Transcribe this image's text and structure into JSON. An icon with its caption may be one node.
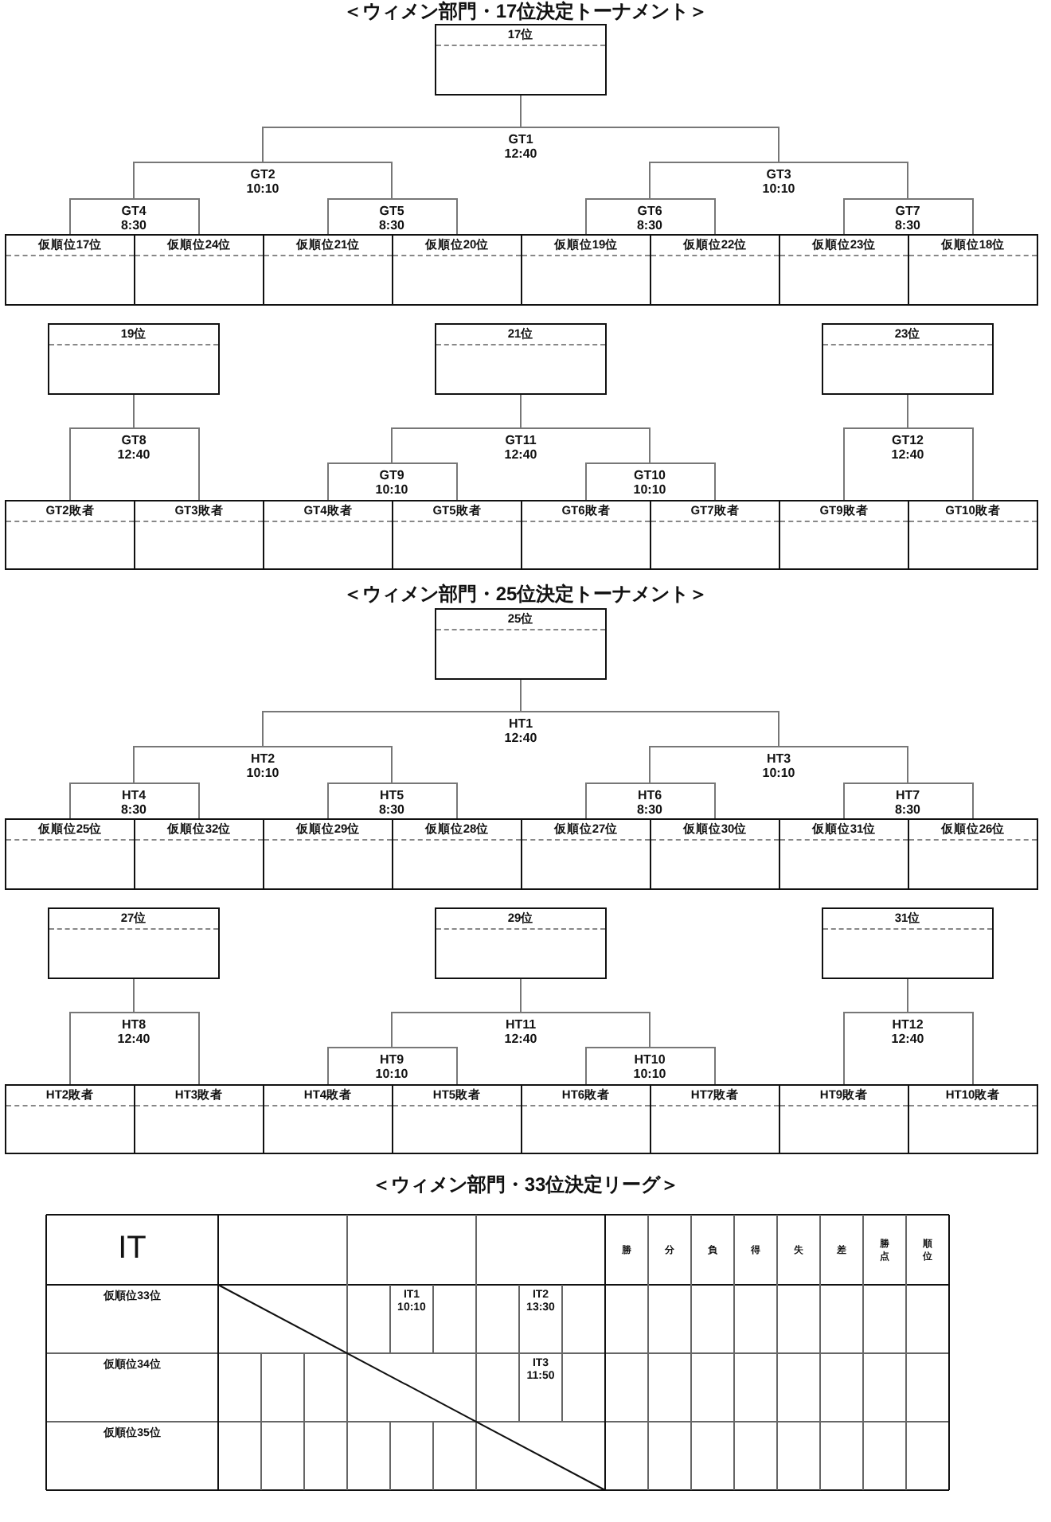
{
  "diagram": {
    "nodes": [
      {
        "text": [
          "17位"
        ]
      },
      {
        "text": [
          "GT1",
          "12:40"
        ]
      },
      {
        "text": [
          "GT2",
          "10:10"
        ]
      },
      {
        "text": [
          "GT3",
          "10:10"
        ]
      },
      {
        "text": [
          "GT4",
          "8:30"
        ]
      },
      {
        "text": [
          "GT5",
          "8:30"
        ]
      },
      {
        "text": [
          "GT6",
          "8:30"
        ]
      },
      {
        "text": [
          "GT7",
          "8:30"
        ]
      },
      {
        "text": [
          "仮順位17位"
        ]
      },
      {
        "text": [
          "仮順位24位"
        ]
      },
      {
        "text": [
          "仮順位21位"
        ]
      },
      {
        "text": [
          "仮順位20位"
        ]
      },
      {
        "text": [
          "仮順位19位"
        ]
      },
      {
        "text": [
          "仮順位22位"
        ]
      },
      {
        "text": [
          "仮順位23位"
        ]
      },
      {
        "text": [
          "仮順位18位"
        ]
      },
      {
        "text": [
          "19位"
        ]
      },
      {
        "text": [
          "21位"
        ]
      },
      {
        "text": [
          "23位"
        ]
      },
      {
        "text": [
          "GT8",
          "12:40"
        ]
      },
      {
        "text": [
          "GT11",
          "12:40"
        ]
      },
      {
        "text": [
          "GT9",
          "10:10"
        ]
      },
      {
        "text": [
          "GT10",
          "10:10"
        ]
      },
      {
        "text": [
          "GT12",
          "12:40"
        ]
      },
      {
        "text": [
          "GT2敗者"
        ]
      },
      {
        "text": [
          "GT3敗者"
        ]
      },
      {
        "text": [
          "GT4敗者"
        ]
      },
      {
        "text": [
          "GT5敗者"
        ]
      },
      {
        "text": [
          "GT6敗者"
        ]
      },
      {
        "text": [
          "GT7敗者"
        ]
      },
      {
        "text": [
          "GT9敗者"
        ]
      },
      {
        "text": [
          "GT10敗者"
        ]
      },
      {
        "text": [
          "25位"
        ]
      },
      {
        "text": [
          "HT1",
          "12:40"
        ]
      },
      {
        "text": [
          "HT2",
          "10:10"
        ]
      },
      {
        "text": [
          "HT3",
          "10:10"
        ]
      },
      {
        "text": [
          "HT4",
          "8:30"
        ]
      },
      {
        "text": [
          "HT5",
          "8:30"
        ]
      },
      {
        "text": [
          "HT6",
          "8:30"
        ]
      },
      {
        "text": [
          "HT7",
          "8:30"
        ]
      },
      {
        "text": [
          "仮順位25位"
        ]
      },
      {
        "text": [
          "仮順位32位"
        ]
      },
      {
        "text": [
          "仮順位29位"
        ]
      },
      {
        "text": [
          "仮順位28位"
        ]
      },
      {
        "text": [
          "仮順位27位"
        ]
      },
      {
        "text": [
          "仮順位30位"
        ]
      },
      {
        "text": [
          "仮順位31位"
        ]
      },
      {
        "text": [
          "仮順位26位"
        ]
      },
      {
        "text": [
          "27位"
        ]
      },
      {
        "text": [
          "29位"
        ]
      },
      {
        "text": [
          "31位"
        ]
      },
      {
        "text": [
          "HT8",
          "12:40"
        ]
      },
      {
        "text": [
          "HT11",
          "12:40"
        ]
      },
      {
        "text": [
          "HT9",
          "10:10"
        ]
      },
      {
        "text": [
          "HT10",
          "10:10"
        ]
      },
      {
        "text": [
          "HT12",
          "12:40"
        ]
      },
      {
        "text": [
          "HT2敗者"
        ]
      },
      {
        "text": [
          "HT3敗者"
        ]
      },
      {
        "text": [
          "HT4敗者"
        ]
      },
      {
        "text": [
          "HT5敗者"
        ]
      },
      {
        "text": [
          "HT6敗者"
        ]
      },
      {
        "text": [
          "HT7敗者"
        ]
      },
      {
        "text": [
          "HT9敗者"
        ]
      },
      {
        "text": [
          "HT10敗者"
        ]
      }
    ],
    "edges": [
      {
        "from": 8,
        "to": 4,
        "arrow": "none"
      },
      {
        "from": 9,
        "to": 4,
        "arrow": "none"
      },
      {
        "from": 10,
        "to": 5,
        "arrow": "none"
      },
      {
        "from": 11,
        "to": 5,
        "arrow": "none"
      },
      {
        "from": 12,
        "to": 6,
        "arrow": "none"
      },
      {
        "from": 13,
        "to": 6,
        "arrow": "none"
      },
      {
        "from": 14,
        "to": 7,
        "arrow": "none"
      },
      {
        "from": 15,
        "to": 7,
        "arrow": "none"
      },
      {
        "from": 4,
        "to": 2,
        "arrow": "none"
      },
      {
        "from": 5,
        "to": 2,
        "arrow": "none"
      },
      {
        "from": 6,
        "to": 3,
        "arrow": "none"
      },
      {
        "from": 7,
        "to": 3,
        "arrow": "none"
      },
      {
        "from": 2,
        "to": 1,
        "arrow": "none"
      },
      {
        "from": 3,
        "to": 1,
        "arrow": "none"
      },
      {
        "from": 1,
        "to": 0,
        "arrow": "none"
      },
      {
        "from": 24,
        "to": 19,
        "arrow": "none"
      },
      {
        "from": 25,
        "to": 19,
        "arrow": "none"
      },
      {
        "from": 19,
        "to": 16,
        "arrow": "none"
      },
      {
        "from": 26,
        "to": 21,
        "arrow": "none"
      },
      {
        "from": 27,
        "to": 21,
        "arrow": "none"
      },
      {
        "from": 28,
        "to": 22,
        "arrow": "none"
      },
      {
        "from": 29,
        "to": 22,
        "arrow": "none"
      },
      {
        "from": 21,
        "to": 20,
        "arrow": "none"
      },
      {
        "from": 22,
        "to": 20,
        "arrow": "none"
      },
      {
        "from": 20,
        "to": 17,
        "arrow": "none"
      },
      {
        "from": 30,
        "to": 23,
        "arrow": "none"
      },
      {
        "from": 31,
        "to": 23,
        "arrow": "none"
      },
      {
        "from": 23,
        "to": 18,
        "arrow": "none"
      },
      {
        "from": 40,
        "to": 36,
        "arrow": "none"
      },
      {
        "from": 41,
        "to": 36,
        "arrow": "none"
      },
      {
        "from": 42,
        "to": 37,
        "arrow": "none"
      },
      {
        "from": 43,
        "to": 37,
        "arrow": "none"
      },
      {
        "from": 44,
        "to": 38,
        "arrow": "none"
      },
      {
        "from": 45,
        "to": 38,
        "arrow": "none"
      },
      {
        "from": 46,
        "to": 39,
        "arrow": "none"
      },
      {
        "from": 47,
        "to": 39,
        "arrow": "none"
      },
      {
        "from": 36,
        "to": 34,
        "arrow": "none"
      },
      {
        "from": 37,
        "to": 34,
        "arrow": "none"
      },
      {
        "from": 38,
        "to": 35,
        "arrow": "none"
      },
      {
        "from": 39,
        "to": 35,
        "arrow": "none"
      },
      {
        "from": 34,
        "to": 33,
        "arrow": "none"
      },
      {
        "from": 35,
        "to": 33,
        "arrow": "none"
      },
      {
        "from": 33,
        "to": 32,
        "arrow": "none"
      },
      {
        "from": 56,
        "to": 51,
        "arrow": "none"
      },
      {
        "from": 57,
        "to": 51,
        "arrow": "none"
      },
      {
        "from": 51,
        "to": 48,
        "arrow": "none"
      },
      {
        "from": 58,
        "to": 53,
        "arrow": "none"
      },
      {
        "from": 59,
        "to": 53,
        "arrow": "none"
      },
      {
        "from": 60,
        "to": 54,
        "arrow": "none"
      },
      {
        "from": 61,
        "to": 54,
        "arrow": "none"
      },
      {
        "from": 53,
        "to": 52,
        "arrow": "none"
      },
      {
        "from": 54,
        "to": 52,
        "arrow": "none"
      },
      {
        "from": 52,
        "to": 49,
        "arrow": "none"
      },
      {
        "from": 62,
        "to": 55,
        "arrow": "none"
      },
      {
        "from": 63,
        "to": 55,
        "arrow": "none"
      },
      {
        "from": 55,
        "to": 50,
        "arrow": "none"
      }
    ],
    "labels": [
      "＜ウィメン部門・17位決定トーナメント＞",
      "＜ウィメン部門・25位決定トーナメント＞",
      "＜ウィメン部門・33位決定リーグ＞",
      "IT",
      "勝",
      "分",
      "負",
      "得",
      "失",
      "差",
      "勝点",
      "順位",
      "仮順位33位",
      "IT1",
      "10:10",
      "IT2",
      "13:30",
      "仮順位34位",
      "IT3",
      "11:50",
      "仮順位35位"
    ]
  }
}
